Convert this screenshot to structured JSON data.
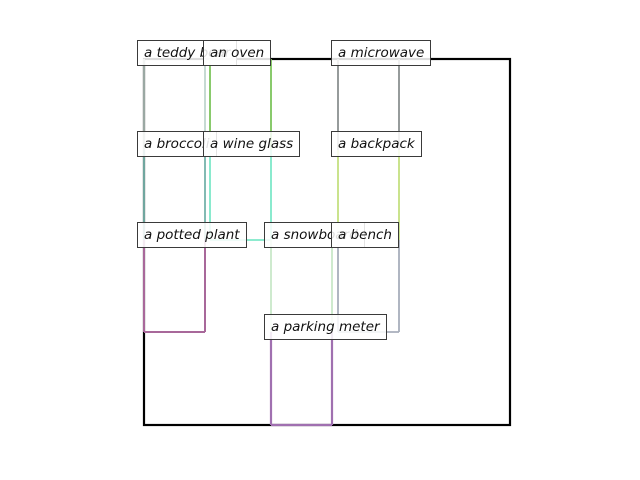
{
  "diagram": {
    "boxes": [
      {
        "id": "frame",
        "label": "",
        "color": "#000000"
      },
      {
        "id": "teddy-bear",
        "label": "a teddy bear",
        "color": "#a9c6c0"
      },
      {
        "id": "oven",
        "label": "an oven",
        "color": "#d0d6d2"
      },
      {
        "id": "backpack-top",
        "label": "a backpack",
        "color": "#b8c8a8"
      },
      {
        "id": "broccoli",
        "label": "a broccoli",
        "color": "#7cc45c"
      },
      {
        "id": "wine-glass",
        "label": "a wine glass",
        "color": "#7de8c8"
      },
      {
        "id": "snowboard",
        "label": "a snowboard",
        "color": "#c8e8c8"
      },
      {
        "id": "microwave",
        "label": "a microwave",
        "color": "#8a9090"
      },
      {
        "id": "backpack",
        "label": "a backpack",
        "color": "#c4e080"
      },
      {
        "id": "bench",
        "label": "a bench",
        "color": "#a8aebb"
      },
      {
        "id": "potted-plant",
        "label": "a potted plant",
        "color": "#a8689a"
      },
      {
        "id": "parking-meter",
        "label": "a parking meter",
        "color": "#a070b0"
      }
    ]
  }
}
